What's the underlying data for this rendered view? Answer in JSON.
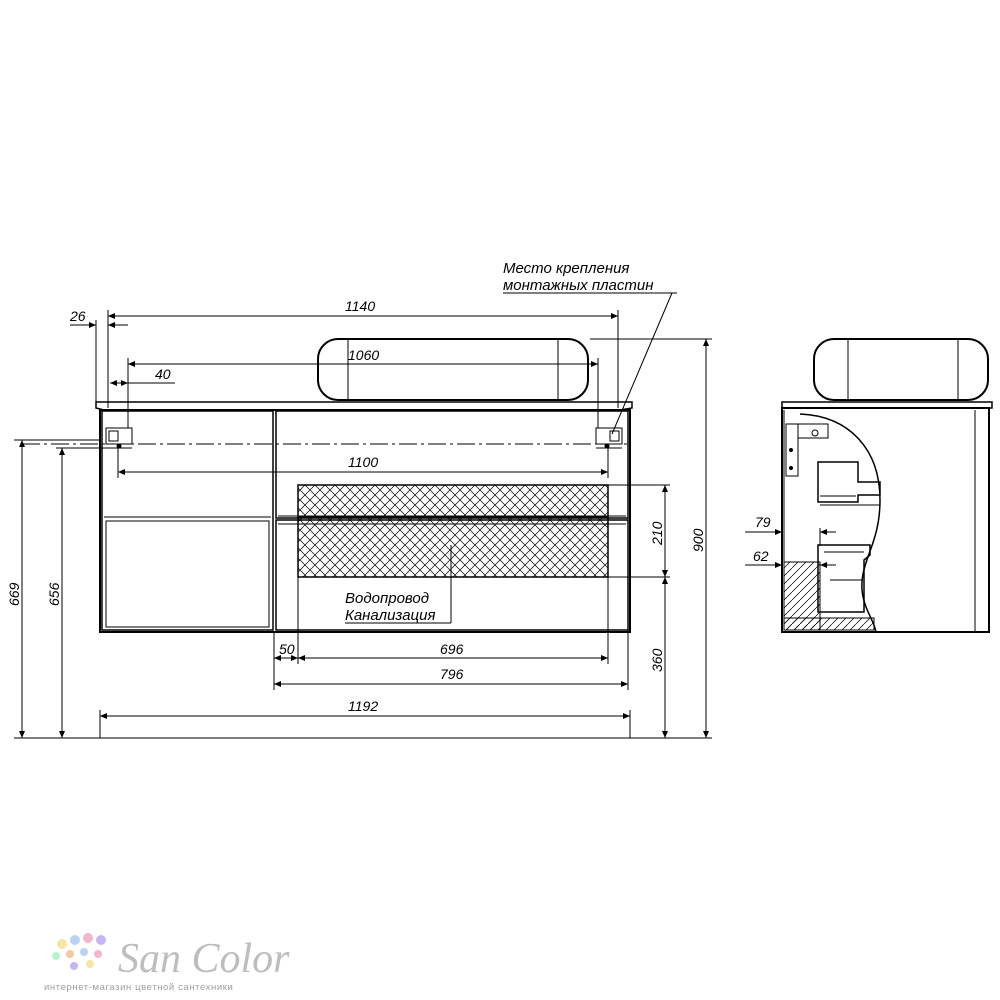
{
  "annotations": {
    "mount_label_line1": "Место крепления",
    "mount_label_line2": "монтажных пластин",
    "utility_label_line1": "Водопровод",
    "utility_label_line2": "Канализация"
  },
  "dimensions": {
    "d26": "26",
    "d1140": "1140",
    "d1060": "1060",
    "d40": "40",
    "d1100": "1100",
    "d210": "210",
    "d900": "900",
    "d669": "669",
    "d656": "656",
    "d50": "50",
    "d696": "696",
    "d360": "360",
    "d796": "796",
    "d1192": "1192",
    "d79": "79",
    "d62": "62"
  },
  "logo": {
    "brand": "San Color",
    "tagline": "интернет-магазин цветной сантехники",
    "dot_colors": [
      "#f4b6c8",
      "#b6d3f4",
      "#f4e7a0",
      "#c8b6f4",
      "#b6f4cf",
      "#f4c8a0"
    ]
  }
}
